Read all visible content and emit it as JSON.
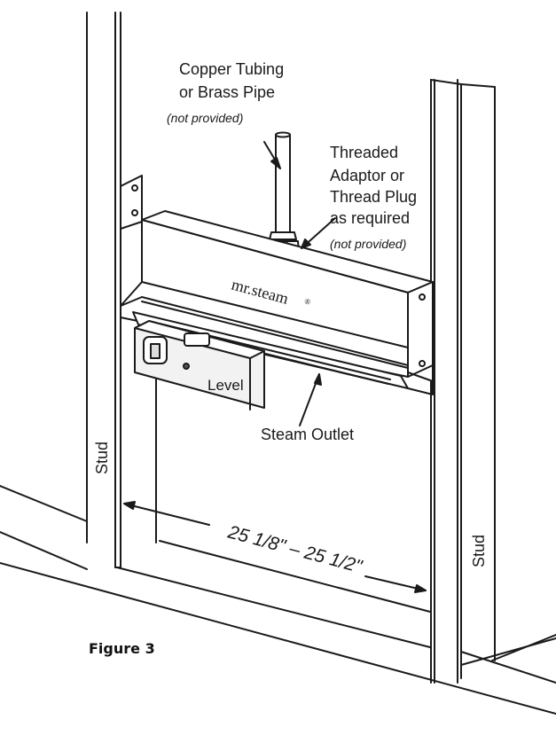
{
  "labels": {
    "copper_line1": "Copper Tubing",
    "copper_line2": "or Brass Pipe",
    "copper_note": "(not provided)",
    "adaptor_line1": "Threaded",
    "adaptor_line2": "Adaptor or",
    "adaptor_line3": "Thread Plug",
    "adaptor_line4": "as required",
    "adaptor_note": "(not provided)",
    "brand": "mr.steam",
    "brand_mark": "®",
    "level": "Level",
    "steam_outlet": "Steam Outlet",
    "stud_left": "Stud",
    "stud_right": "Stud",
    "dimension": "25 1/8\" – 25 1/2\"",
    "figure": "Figure 3"
  }
}
